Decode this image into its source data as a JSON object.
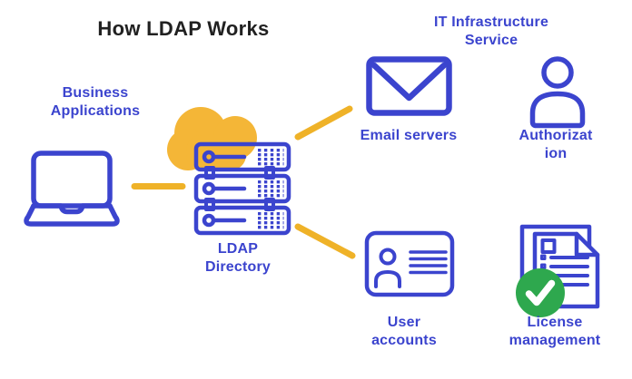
{
  "title": "How LDAP Works",
  "colors": {
    "blue": "#3B44CE",
    "yellow": "#EFB228",
    "cloud": "#F4B637",
    "green": "#2EA84E",
    "title-text": "#212121",
    "background": "#FFFFFF"
  },
  "diagram": {
    "business_applications": {
      "label": "Business Applications",
      "icon": "laptop-icon"
    },
    "ldap_directory": {
      "label": "LDAP Directory",
      "icons": [
        "cloud-icon",
        "server-stack-icon"
      ]
    },
    "it_infrastructure_service": {
      "label": "IT Infrastructure Service"
    },
    "email_servers": {
      "label": "Email servers",
      "icon": "envelope-icon"
    },
    "authorization": {
      "label": "Authorization",
      "display_line1": "Authorizat",
      "display_line2": "ion",
      "icon": "person-icon"
    },
    "user_accounts": {
      "label": "User accounts",
      "icon": "id-card-icon"
    },
    "license_management": {
      "label": "License management",
      "icon": "documents-check-icon"
    },
    "connections": [
      {
        "from": "business-applications",
        "to": "ldap-directory"
      },
      {
        "from": "ldap-directory",
        "to": "email-servers"
      },
      {
        "from": "ldap-directory",
        "to": "user-accounts"
      }
    ]
  }
}
